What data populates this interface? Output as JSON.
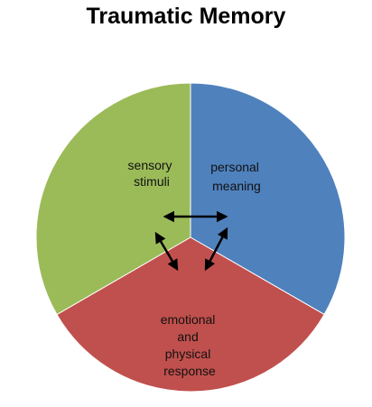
{
  "title": "Traumatic Memory",
  "segments": [
    {
      "id": "personal",
      "lines": [
        "personal",
        "meaning"
      ],
      "color": "#4f81bd",
      "fraction": 0.3333
    },
    {
      "id": "emotional",
      "lines": [
        "emotional",
        "and",
        "physical",
        "response"
      ],
      "color": "#c0504d",
      "fraction": 0.3333
    },
    {
      "id": "sensory",
      "lines": [
        "sensory",
        "stimuli"
      ],
      "color": "#9bbb59",
      "fraction": 0.3334
    }
  ],
  "arrows": [
    "sensory-personal",
    "sensory-emotional",
    "personal-emotional"
  ]
}
